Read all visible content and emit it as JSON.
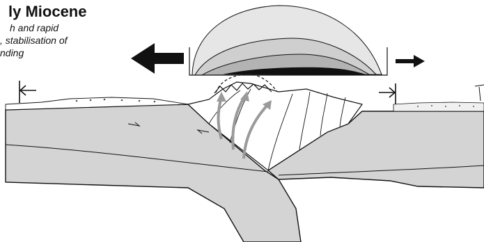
{
  "title": "ly Miocene",
  "subtitle_lines": [
    "h and rapid",
    ", stabilisation of",
    "nding"
  ],
  "colors": {
    "crust_gray": "#d4d4d4",
    "dome_light": "#e6e6e6",
    "dome_mid": "#c8c8c8",
    "dome_dark": "#a8a8a8",
    "core_black": "#111111",
    "flow_arrows": "#9a9a9a",
    "line": "#111111"
  },
  "icons": {
    "extension_arrow_left": "large-left-arrow-icon",
    "extension_arrow_right": "small-right-arrow-icon",
    "bracket_left": "left-bracket-arrow-icon",
    "bracket_right": "right-bracket-arrow-icon"
  }
}
